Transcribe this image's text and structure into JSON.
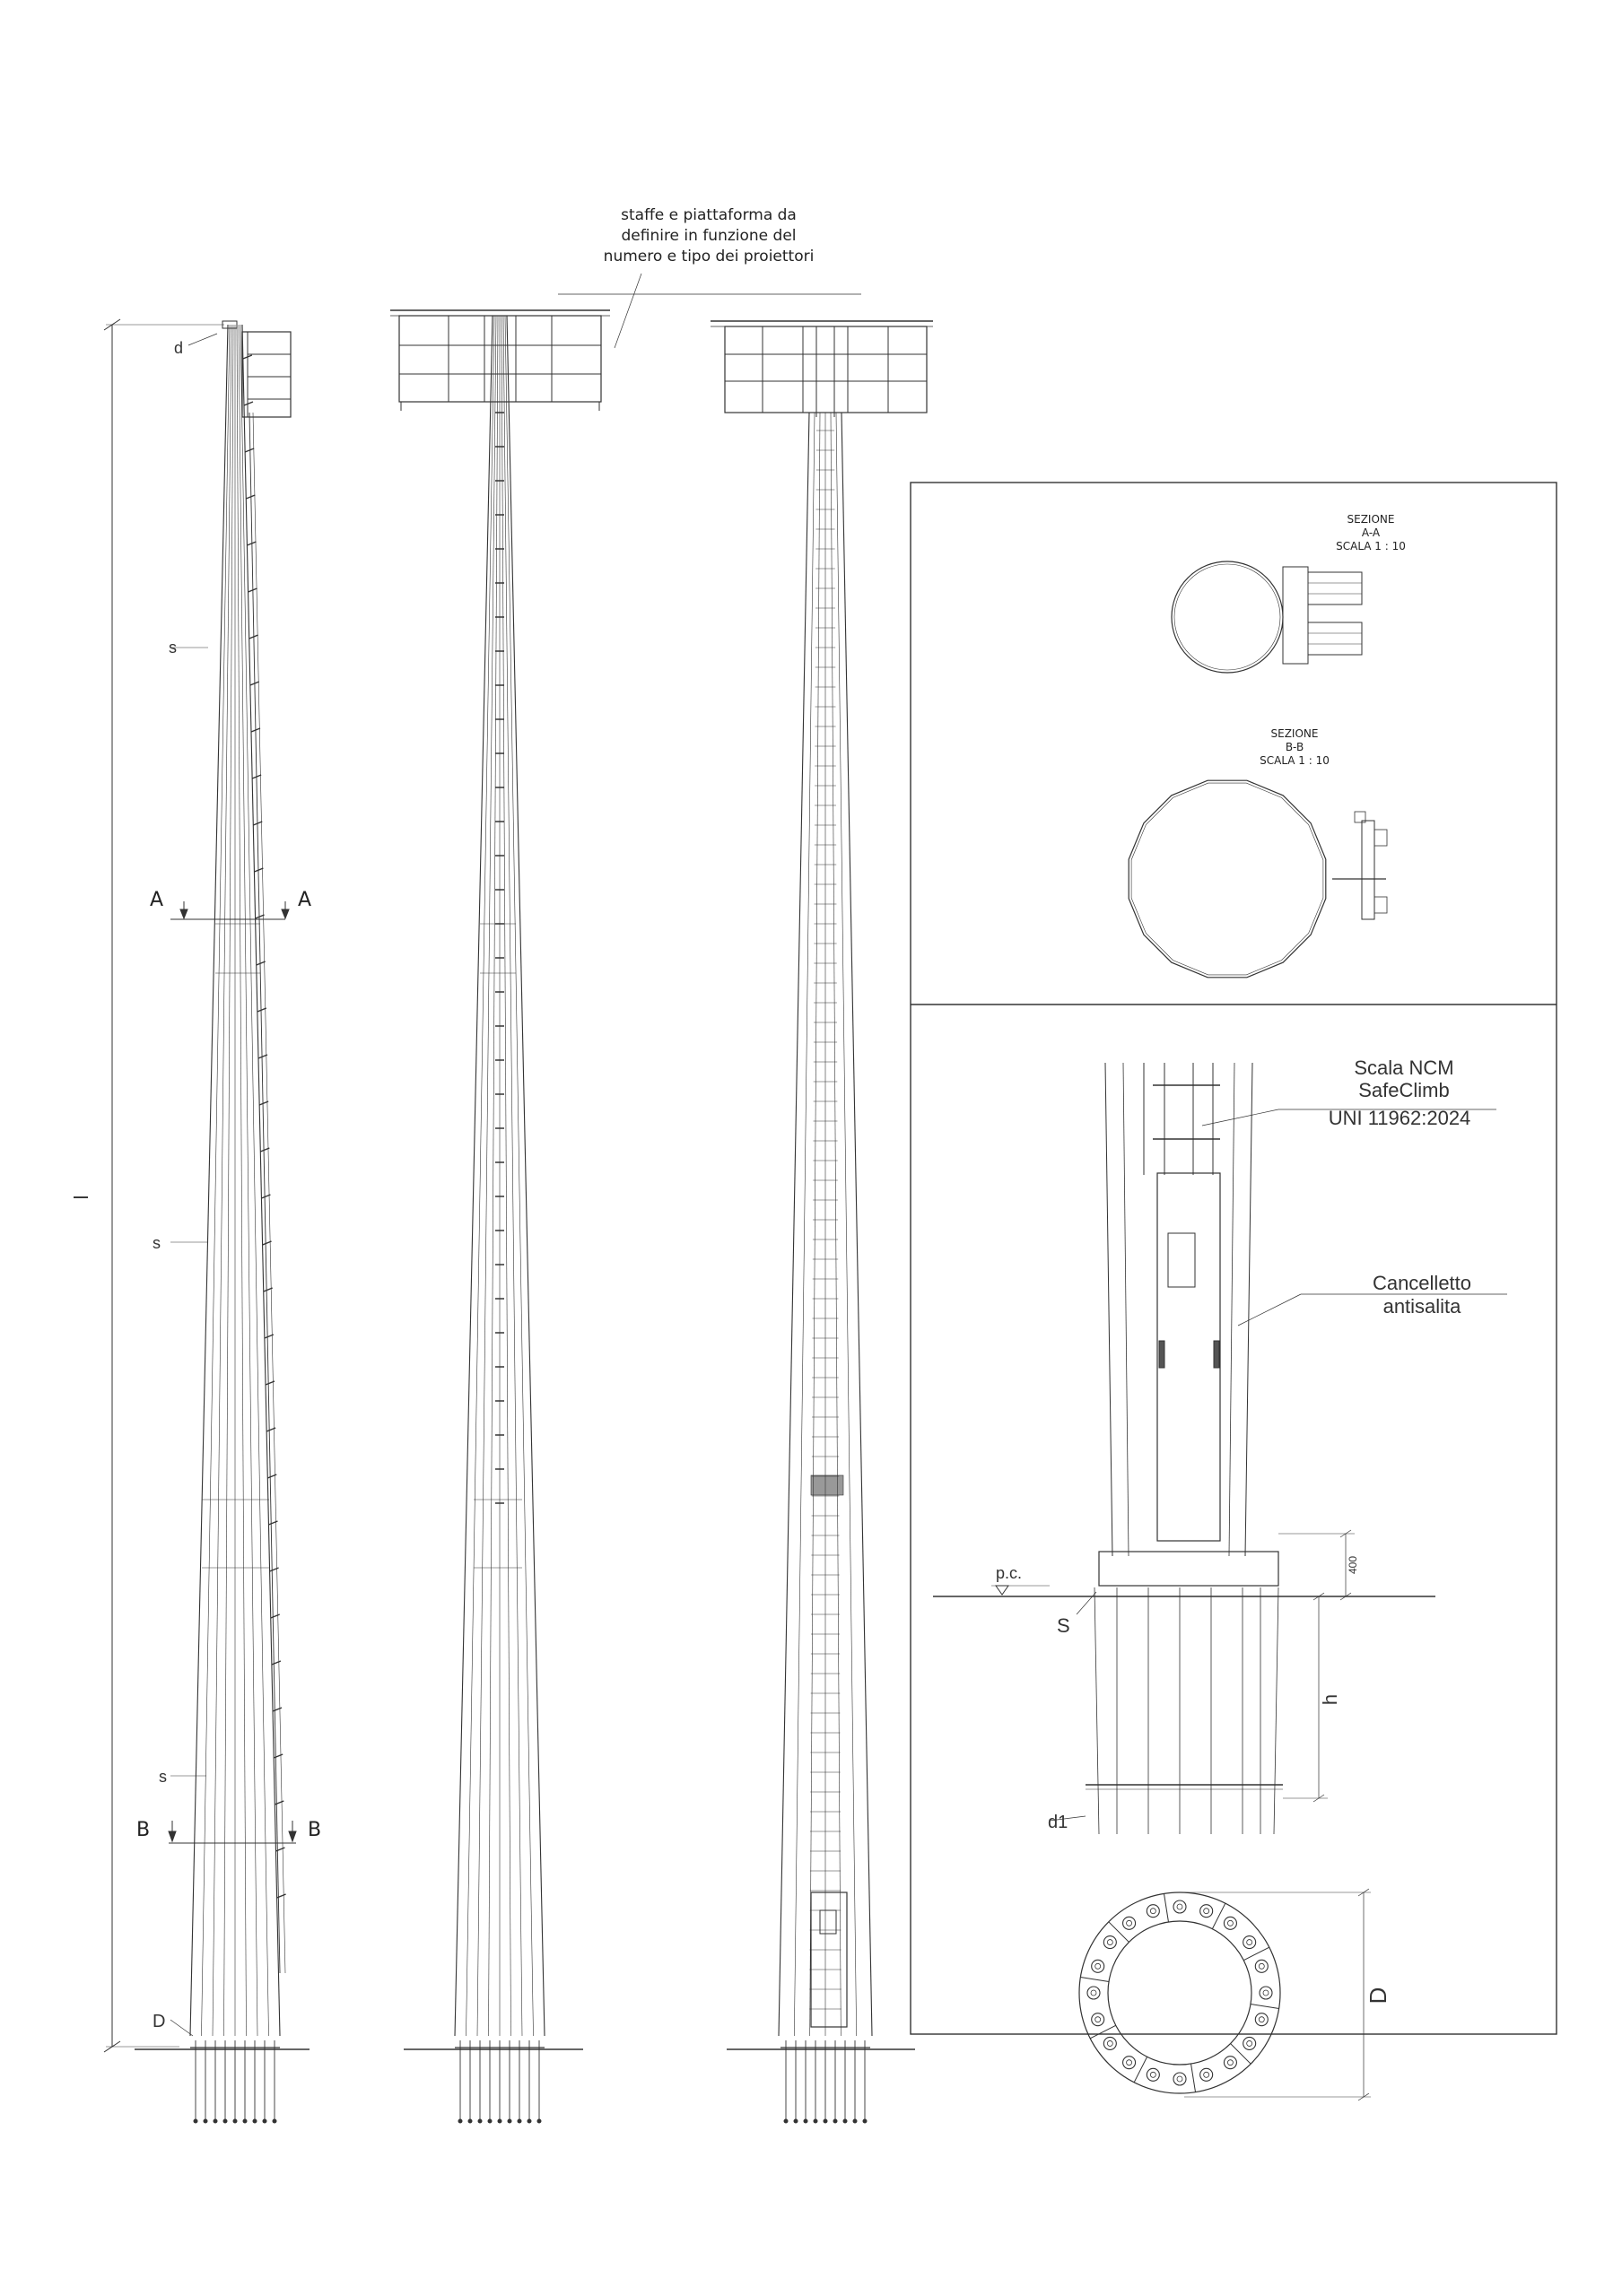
{
  "note": {
    "line1": "staffe e piattaforma da",
    "line2": "definire in funzione del",
    "line3": "numero e tipo dei proiettori"
  },
  "dims": {
    "l": "l",
    "d": "d",
    "D_base": "D",
    "s1": "s",
    "s2": "s",
    "s3": "s"
  },
  "sections": {
    "aa_letter_left": "A",
    "aa_letter_right": "A",
    "bb_letter_left": "B",
    "bb_letter_right": "B",
    "aa_title": "SEZIONE",
    "aa_name": "A-A",
    "aa_scale": "SCALA 1 : 10",
    "bb_title": "SEZIONE",
    "bb_name": "B-B",
    "bb_scale": "SCALA 1 : 10"
  },
  "detail": {
    "ladder_line1": "Scala NCM",
    "ladder_line2": "SafeClimb",
    "ladder_line3": "UNI 11962:2024",
    "gate_line1": "Cancelletto",
    "gate_line2": "antisalita",
    "pc": "p.c.",
    "dim_400": "400",
    "S": "S",
    "h": "h",
    "d1": "d1",
    "D": "D"
  }
}
